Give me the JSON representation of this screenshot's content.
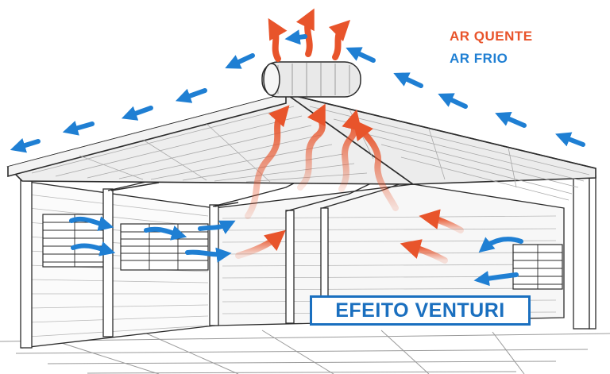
{
  "legend": {
    "hot_label": "AR QUENTE",
    "cold_label": "AR FRIO"
  },
  "title": "EFEITO VENTURI",
  "colors": {
    "hot": "#e8542b",
    "cold": "#1f7fd3",
    "title_border": "#1a6fbf",
    "title_text": "#1a6fbf",
    "ink": "#2b2b2b"
  },
  "icons": [
    "warm-air-arrow-icon",
    "cold-air-arrow-icon",
    "roof-ventilator-icon"
  ]
}
